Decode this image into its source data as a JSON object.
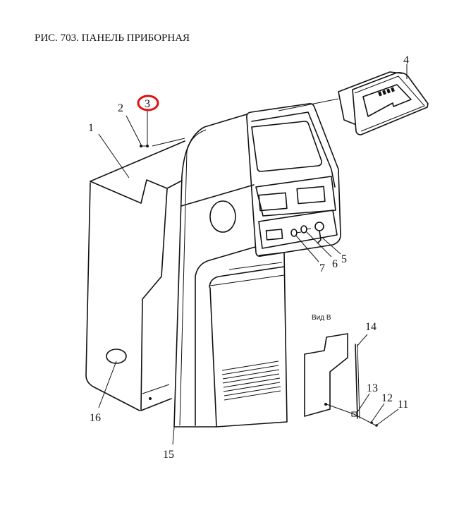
{
  "title": "РИС. 703. ПАНЕЛЬ ПРИБОРНАЯ",
  "view_label": "Вид В",
  "highlight_color": "#e01010",
  "highlighted_callout": "3",
  "callouts": {
    "c1": "1",
    "c2": "2",
    "c3": "3",
    "c4": "4",
    "c5": "5",
    "c6": "6",
    "c7": "7",
    "c11": "11",
    "c12": "12",
    "c13": "13",
    "c14": "14",
    "c15": "15",
    "c16": "16"
  }
}
